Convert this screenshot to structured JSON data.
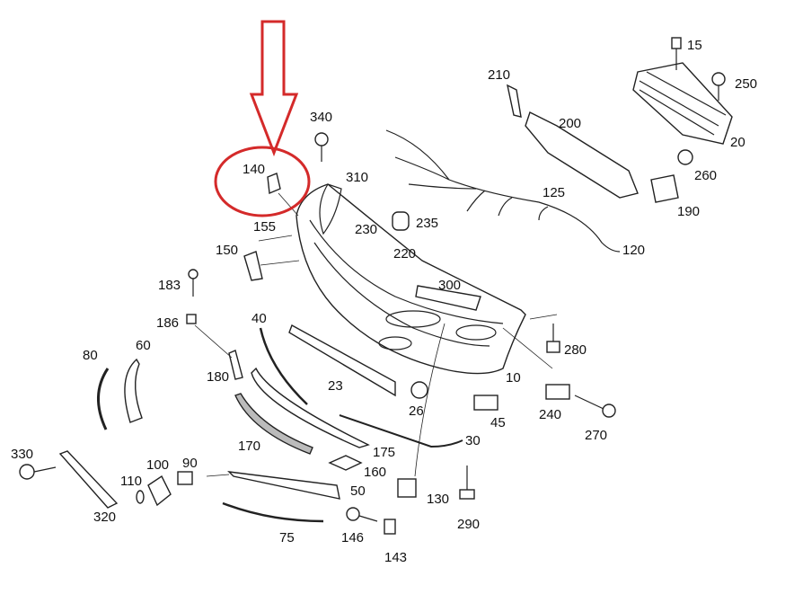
{
  "diagram": {
    "title": "Front bumper parts diagram",
    "highlight_color": "#d42a2a",
    "highlighted_part": "140",
    "parts": {
      "p15": "15",
      "p250": "250",
      "p210": "210",
      "p200": "200",
      "p340": "340",
      "p20": "20",
      "p140": "140",
      "p310": "310",
      "p260": "260",
      "p125": "125",
      "p190": "190",
      "p155": "155",
      "p230": "230",
      "p235": "235",
      "p120": "120",
      "p150": "150",
      "p220": "220",
      "p300": "300",
      "p183": "183",
      "p186": "186",
      "p40": "40",
      "p280": "280",
      "p80": "80",
      "p60": "60",
      "p180": "180",
      "p23": "23",
      "p10": "10",
      "p26": "26",
      "p45": "45",
      "p240": "240",
      "p270": "270",
      "p170": "170",
      "p175": "175",
      "p30": "30",
      "p330": "330",
      "p100": "100",
      "p90": "90",
      "p160": "160",
      "p110": "110",
      "p50": "50",
      "p130": "130",
      "p320": "320",
      "p290": "290",
      "p146": "146",
      "p75": "75",
      "p143": "143"
    }
  }
}
